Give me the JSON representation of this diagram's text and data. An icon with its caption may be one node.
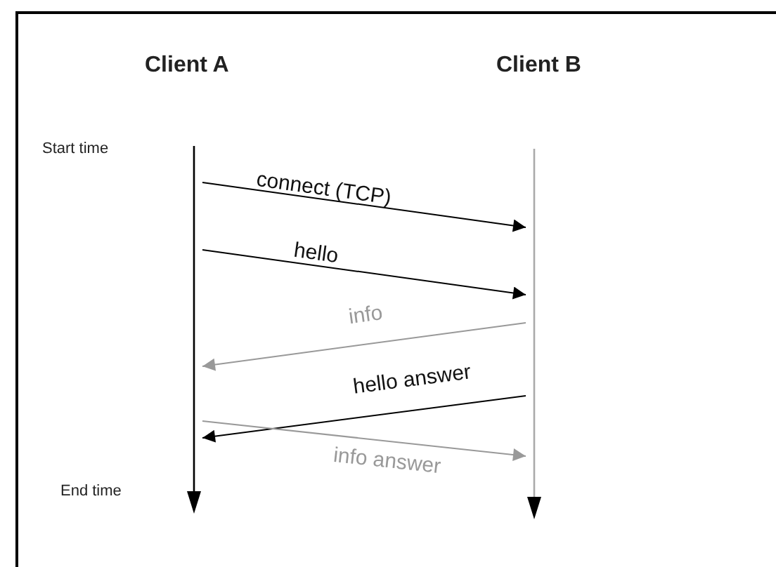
{
  "diagram": {
    "nodes": [
      {
        "text": [
          "Client A"
        ]
      },
      {
        "text": [
          "Client B"
        ]
      },
      {
        "text": [],
        "shape": "bar"
      },
      {
        "text": [],
        "shape": "bar"
      }
    ],
    "edges": [
      {
        "from": 2,
        "to": 3,
        "arrow": "to",
        "label": "connect (TCP)"
      },
      {
        "from": 2,
        "to": 3,
        "arrow": "to",
        "label": "hello"
      },
      {
        "from": 3,
        "to": 2,
        "arrow": "to",
        "label": "info",
        "color": "#999999"
      },
      {
        "from": 3,
        "to": 2,
        "arrow": "to",
        "label": "hello answer"
      },
      {
        "from": 2,
        "to": 3,
        "arrow": "to",
        "label": "info answer",
        "color": "#999999"
      }
    ],
    "labels": [
      "Start time",
      "End time"
    ]
  }
}
